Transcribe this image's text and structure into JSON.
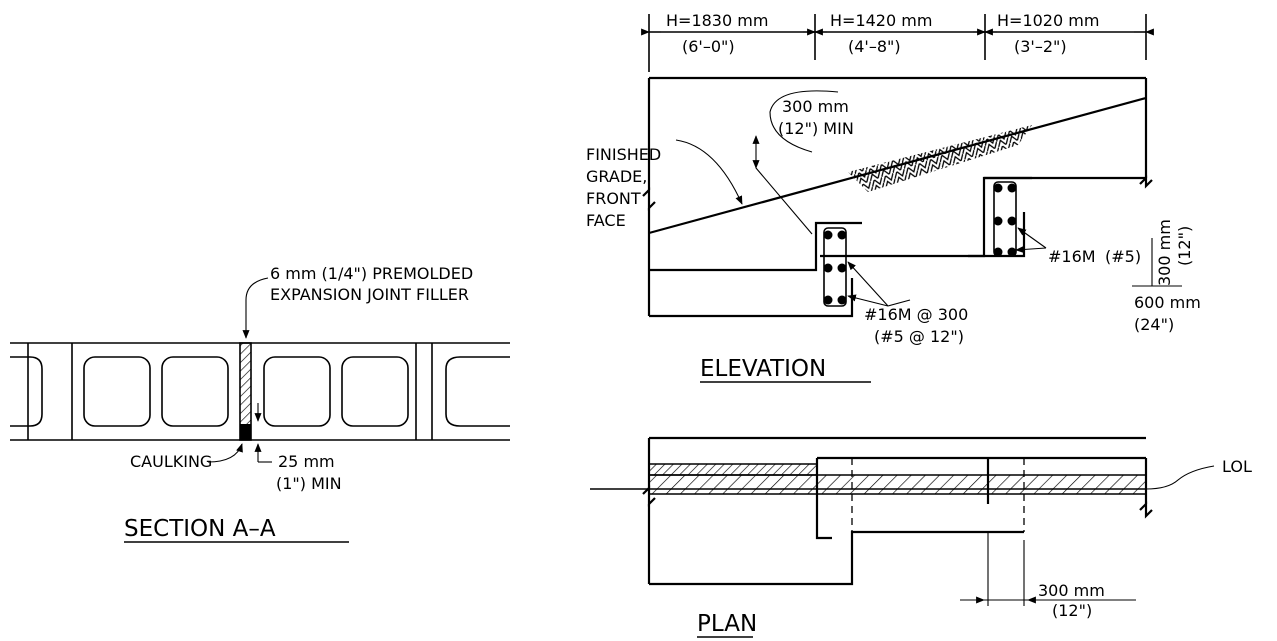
{
  "section": {
    "title": "SECTION A–A",
    "filler_line1": "6 mm (1/4\") PREMOLDED",
    "filler_line2": "EXPANSION JOINT FILLER",
    "caulking": "CAULKING",
    "depth_line1": "25 mm",
    "depth_line2": "(1\") MIN"
  },
  "elevation": {
    "title": "ELEVATION",
    "heights": [
      {
        "metric": "H=1830 mm",
        "imperial": "(6'–0\")"
      },
      {
        "metric": "H=1420 mm",
        "imperial": "(4'–8\")"
      },
      {
        "metric": "H=1020 mm",
        "imperial": "(3'–2\")"
      }
    ],
    "grade_lines": [
      "FINISHED",
      "GRADE,",
      "FRONT",
      "FACE"
    ],
    "cover_line1": "300 mm",
    "cover_line2": "(12\") MIN",
    "bar_label": "#16M",
    "bar_label_imp": "(#5)",
    "stirrup_line1": "#16M @ 300",
    "stirrup_line2": "(#5 @ 12\")",
    "step_height_metric": "300 mm",
    "step_height_imp": "(12\")",
    "step_width_line1": "600 mm",
    "step_width_line2": "(24\")"
  },
  "plan": {
    "title": "PLAN",
    "lol": "LOL",
    "offset_line1": "300 mm",
    "offset_line2": "(12\")"
  },
  "colors": {
    "ink": "#000000",
    "paper": "#ffffff"
  }
}
